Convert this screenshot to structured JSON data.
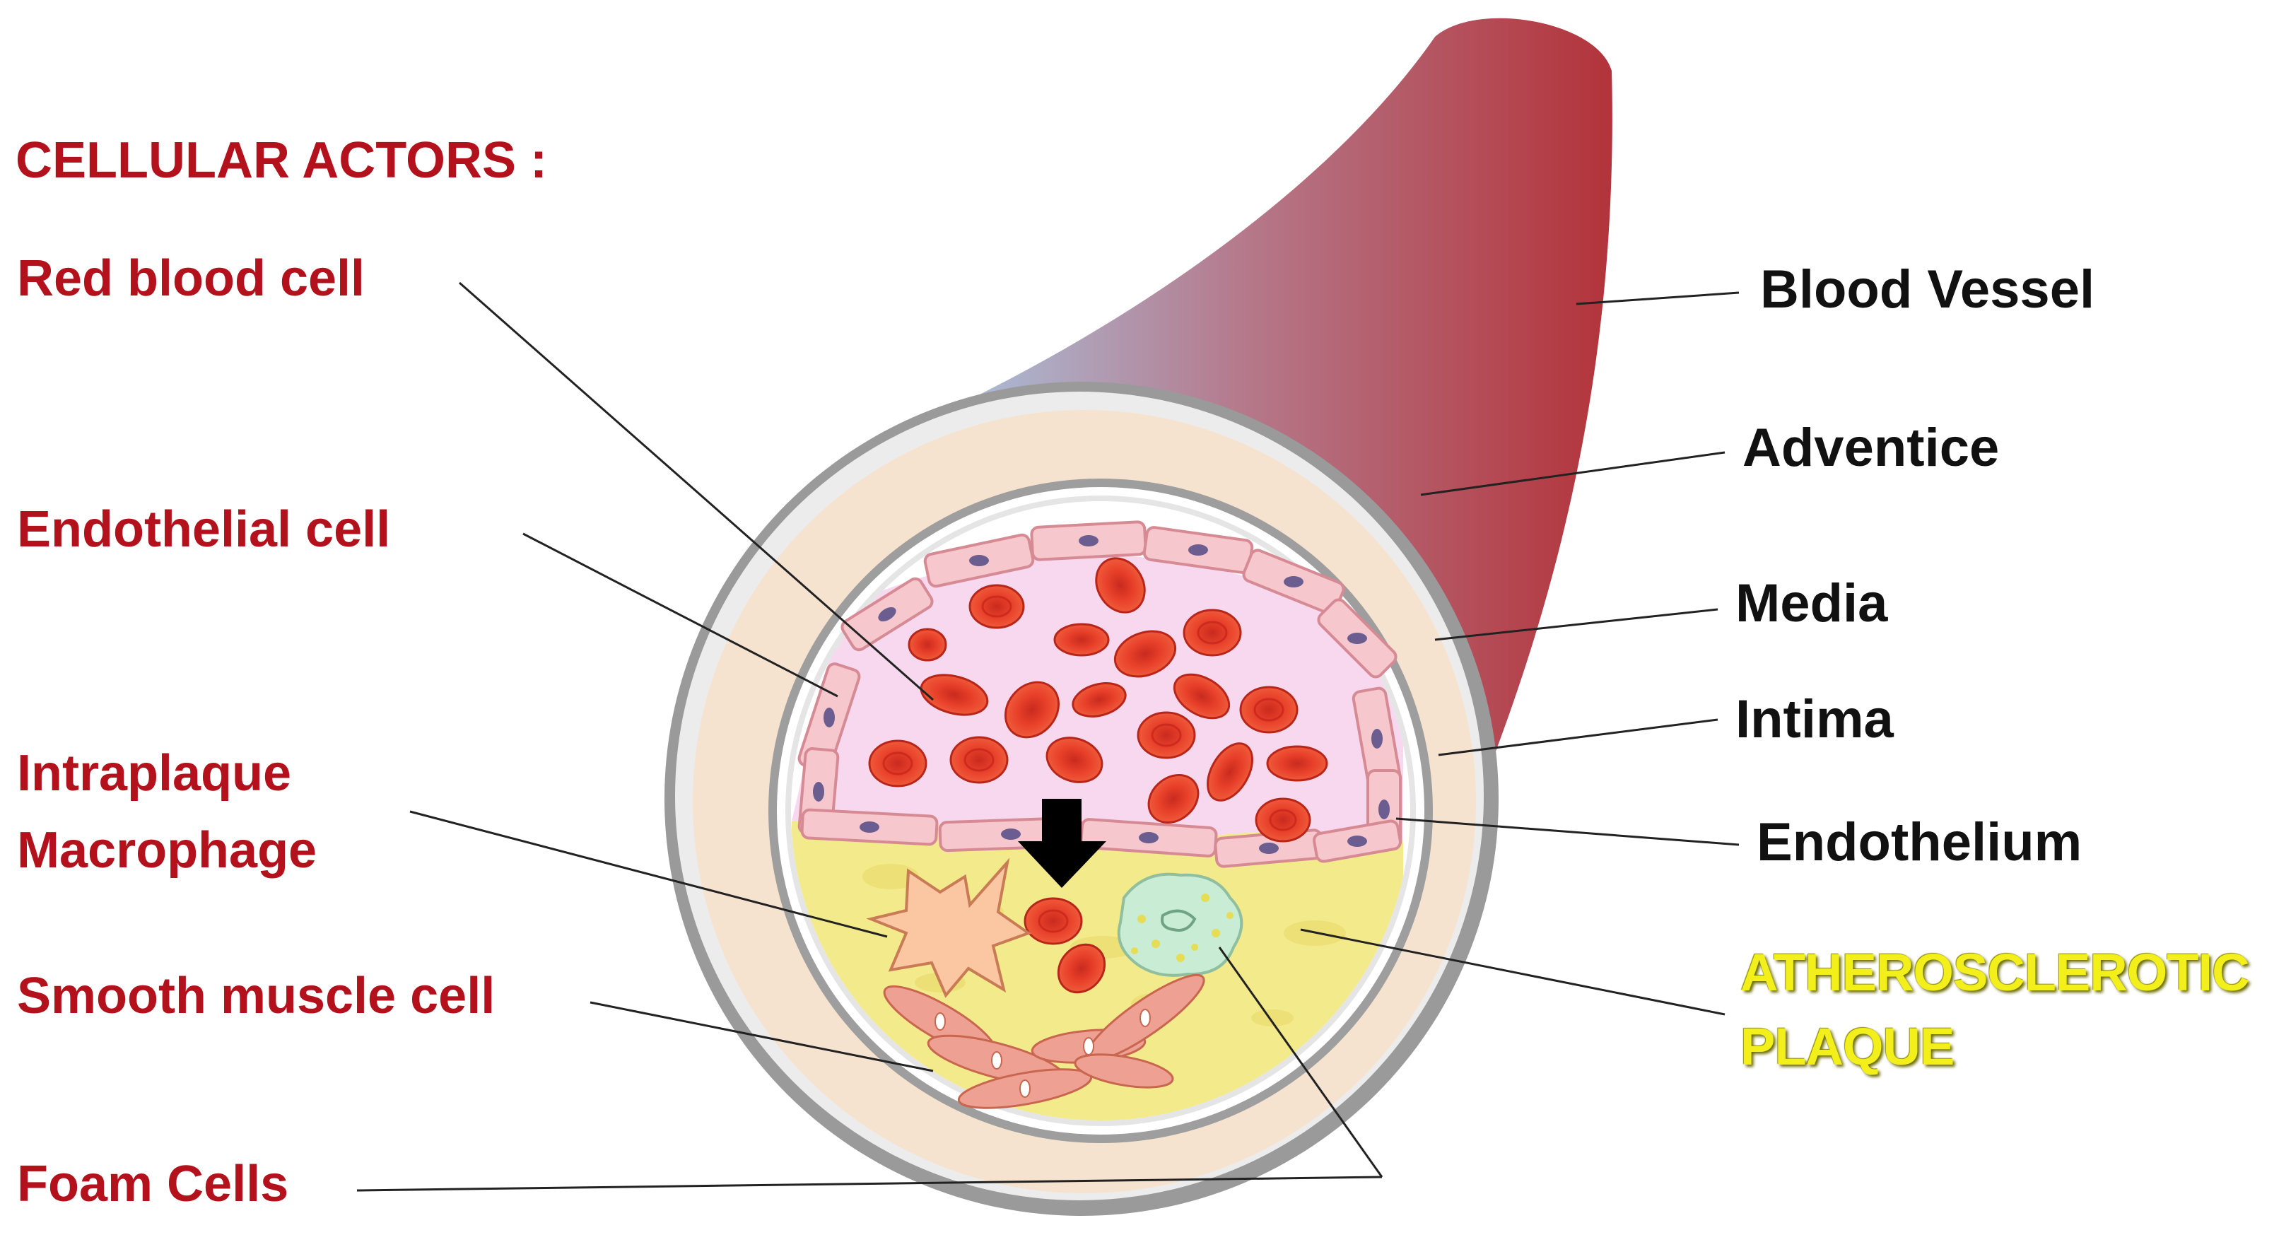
{
  "title": "CELLULAR ACTORS :",
  "actors": {
    "red_blood_cell": "Red blood cell",
    "endothelial_cell": "Endothelial cell",
    "macrophage_line1": "Intraplaque",
    "macrophage_line2": "Macrophage",
    "smooth_muscle_cell": "Smooth muscle cell",
    "foam_cells": "Foam Cells"
  },
  "structures": {
    "blood_vessel": "Blood Vessel",
    "adventice": "Adventice",
    "media": "Media",
    "intima": "Intima",
    "endothelium": "Endothelium",
    "plaque_line1": "ATHEROSCLEROTIC",
    "plaque_line2": "PLAQUE"
  },
  "colors": {
    "actor_text": "#b3121d",
    "structure_text": "#111111",
    "plaque_text": "#f2ef1a",
    "vessel_gradient_start": "#a9c4e0",
    "vessel_gradient_end": "#b3333a",
    "adventice": "#f6e3cf",
    "lumen": "#f7d8ef",
    "plaque": "#f3ea8c",
    "red_blood_cell": "#e8402a",
    "endothelial_cell": "#f6c7cc",
    "smooth_muscle_cell": "#eea093",
    "macrophage": "#fbc7a2",
    "foam_cell": "#c9ecd4"
  },
  "icons": [
    "arrow-down-icon"
  ]
}
